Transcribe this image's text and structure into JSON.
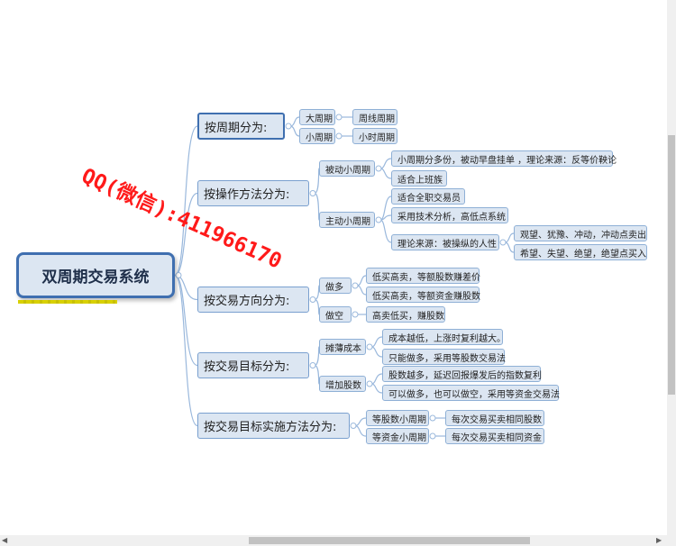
{
  "root": {
    "label": "双周期交易系统"
  },
  "branches": [
    {
      "label": "按周期分为:",
      "children": [
        {
          "label": "大周期",
          "children": [
            {
              "label": "周线周期"
            }
          ]
        },
        {
          "label": "小周期",
          "children": [
            {
              "label": "小时周期"
            }
          ]
        }
      ]
    },
    {
      "label": "按操作方法分为:",
      "children": [
        {
          "label": "被动小周期",
          "children": [
            {
              "label": "小周期分多份，被动早盘挂单 ，理论来源：反等价鞅论"
            },
            {
              "label": "适合上班族"
            }
          ]
        },
        {
          "label": "主动小周期",
          "children": [
            {
              "label": "适合全职交易员"
            },
            {
              "label": "采用技术分析，高低点系统"
            },
            {
              "label": "理论来源：被操纵的人性",
              "children": [
                {
                  "label": "观望、犹豫、冲动，冲动点卖出"
                },
                {
                  "label": "希望、失望、绝望，绝望点买入"
                }
              ]
            }
          ]
        }
      ]
    },
    {
      "label": "按交易方向分为:",
      "children": [
        {
          "label": "做多",
          "children": [
            {
              "label": "低买高卖，等额股数赚差价"
            },
            {
              "label": "低买高卖，等额资金赚股数"
            }
          ]
        },
        {
          "label": "做空",
          "children": [
            {
              "label": "高卖低买，赚股数"
            }
          ]
        }
      ]
    },
    {
      "label": "按交易目标分为:",
      "children": [
        {
          "label": "摊薄成本",
          "children": [
            {
              "label": "成本越低，上涨时复利越大。"
            },
            {
              "label": "只能做多，采用等股数交易法"
            }
          ]
        },
        {
          "label": "增加股数",
          "children": [
            {
              "label": "股数越多，延迟回报爆发后的指数复利"
            },
            {
              "label": "可以做多，也可以做空，采用等资金交易法"
            }
          ]
        }
      ]
    },
    {
      "label": "按交易目标实施方法分为:",
      "children": [
        {
          "label": "等股数小周期",
          "children": [
            {
              "label": "每次交易买卖相同股数"
            }
          ]
        },
        {
          "label": "等资金小周期",
          "children": [
            {
              "label": "每次交易买卖相同资金"
            }
          ]
        }
      ]
    }
  ],
  "watermark": "QQ(微信):411966170",
  "colors": {
    "line": "#9ab8dc",
    "node_fill": "#dce6f2",
    "node_border": "#8fb0d6",
    "root_border": "#3f6fb0",
    "watermark": "#ff1a1a"
  }
}
